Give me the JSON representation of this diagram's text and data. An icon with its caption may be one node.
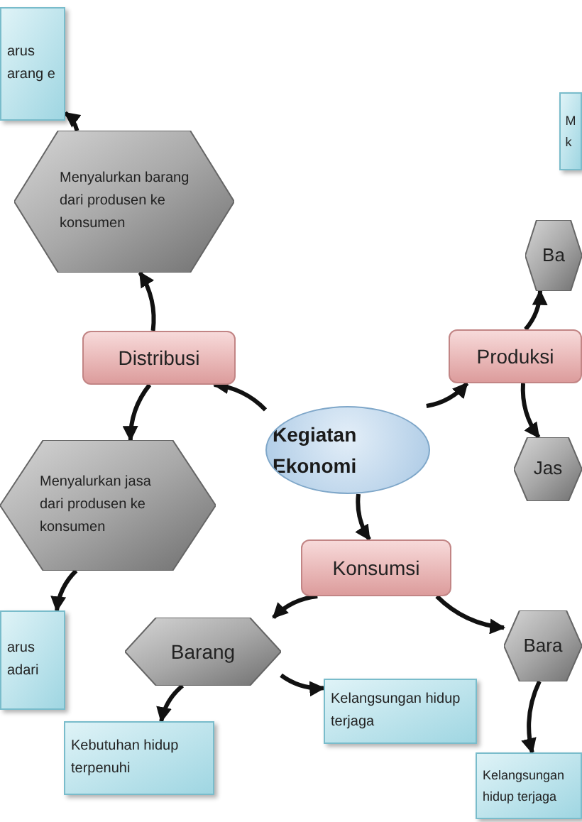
{
  "diagram": {
    "nodes": [
      {
        "text": [
          "Kegiatan Ekonomi"
        ]
      },
      {
        "text": [
          "Distribusi"
        ]
      },
      {
        "text": [
          "Produksi"
        ]
      },
      {
        "text": [
          "Konsumsi"
        ]
      },
      {
        "text": [
          "Menyalurkan barang dari produsen ke konsumen"
        ]
      },
      {
        "text": [
          "arus arang e"
        ]
      },
      {
        "text": [
          "Menyalurkan jasa dari produsen ke konsumen"
        ]
      },
      {
        "text": [
          "arus adari"
        ]
      },
      {
        "text": [
          "M k"
        ]
      },
      {
        "text": [
          "Ba"
        ]
      },
      {
        "text": [
          "Jas"
        ]
      },
      {
        "text": [
          "Barang"
        ]
      },
      {
        "text": [
          "Bara"
        ]
      },
      {
        "text": [
          "Kebutuhan hidup terpenuhi"
        ]
      },
      {
        "text": [
          "Kelangsungan hidup terjaga"
        ]
      },
      {
        "text": [
          "Kelangsungan hidup terjaga"
        ]
      }
    ],
    "edges": [
      {
        "from": 0,
        "to": 1,
        "arrow": "to"
      },
      {
        "from": 0,
        "to": 2,
        "arrow": "to"
      },
      {
        "from": 0,
        "to": 3,
        "arrow": "to"
      },
      {
        "from": 1,
        "to": 4,
        "arrow": "to"
      },
      {
        "from": 1,
        "to": 6,
        "arrow": "to"
      },
      {
        "from": 4,
        "to": 5,
        "arrow": "to"
      },
      {
        "from": 6,
        "to": 7,
        "arrow": "to"
      },
      {
        "from": 2,
        "to": 9,
        "arrow": "to"
      },
      {
        "from": 2,
        "to": 10,
        "arrow": "to"
      },
      {
        "from": 3,
        "to": 11,
        "arrow": "to"
      },
      {
        "from": 3,
        "to": 12,
        "arrow": "to"
      },
      {
        "from": 11,
        "to": 13,
        "arrow": "to"
      },
      {
        "from": 11,
        "to": 14,
        "arrow": "to"
      },
      {
        "from": 12,
        "to": 15,
        "arrow": "to"
      }
    ]
  }
}
